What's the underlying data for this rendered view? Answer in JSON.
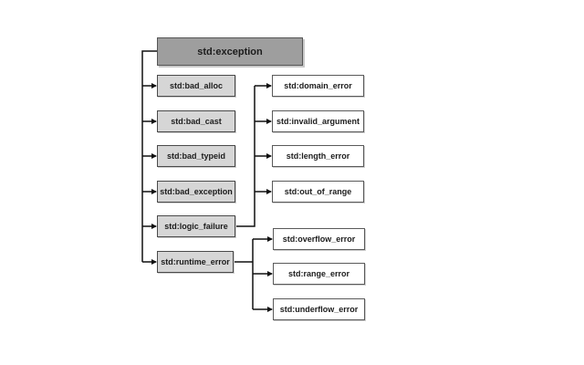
{
  "diagram": {
    "root": {
      "label": "std:exception"
    },
    "children": [
      {
        "label": "std:bad_alloc"
      },
      {
        "label": "std:bad_cast"
      },
      {
        "label": "std:bad_typeid"
      },
      {
        "label": "std:bad_exception"
      },
      {
        "label": "std:logic_failure"
      },
      {
        "label": "std:runtime_error"
      }
    ],
    "logic_failure_children": [
      {
        "label": "std:domain_error"
      },
      {
        "label": "std:invalid_argument"
      },
      {
        "label": "std:length_error"
      },
      {
        "label": "std:out_of_range"
      }
    ],
    "runtime_error_children": [
      {
        "label": "std:overflow_error"
      },
      {
        "label": "std:range_error"
      },
      {
        "label": "std:underflow_error"
      }
    ]
  },
  "colors": {
    "root_fill": "#9e9e9e",
    "level1_fill": "#d6d6d6",
    "level2_fill": "#ffffff",
    "connector": "#111111"
  }
}
